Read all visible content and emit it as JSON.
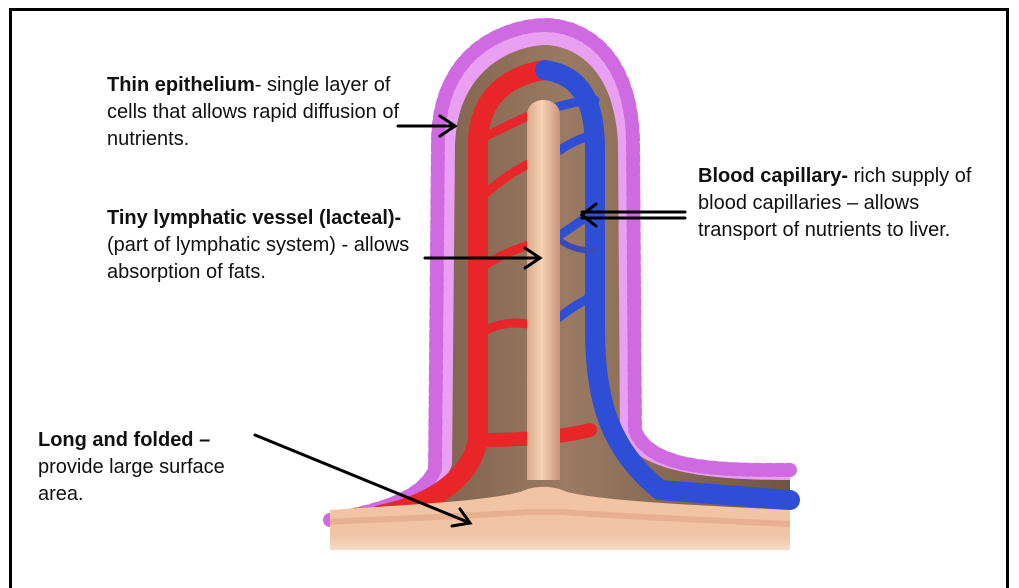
{
  "labels": {
    "epithelium": {
      "title": "Thin epithelium",
      "text": "- single layer of cells that allows rapid diffusion of nutrients."
    },
    "lacteal": {
      "title": "Tiny lymphatic vessel (lacteal)-",
      "text": " (part of lymphatic system) - allows absorption of fats."
    },
    "capillary": {
      "title": "Blood capillary-",
      "text": " rich supply of blood capillaries – allows transport of nutrients to liver."
    },
    "folded": {
      "title": "Long and folded –",
      "text": "provide large surface area."
    }
  },
  "colors": {
    "epithelium": "#e48df0",
    "tissue": "#8a6a52",
    "artery": "#e8262a",
    "vein": "#2f4ed6",
    "lacteal": "#f0c4a4"
  }
}
